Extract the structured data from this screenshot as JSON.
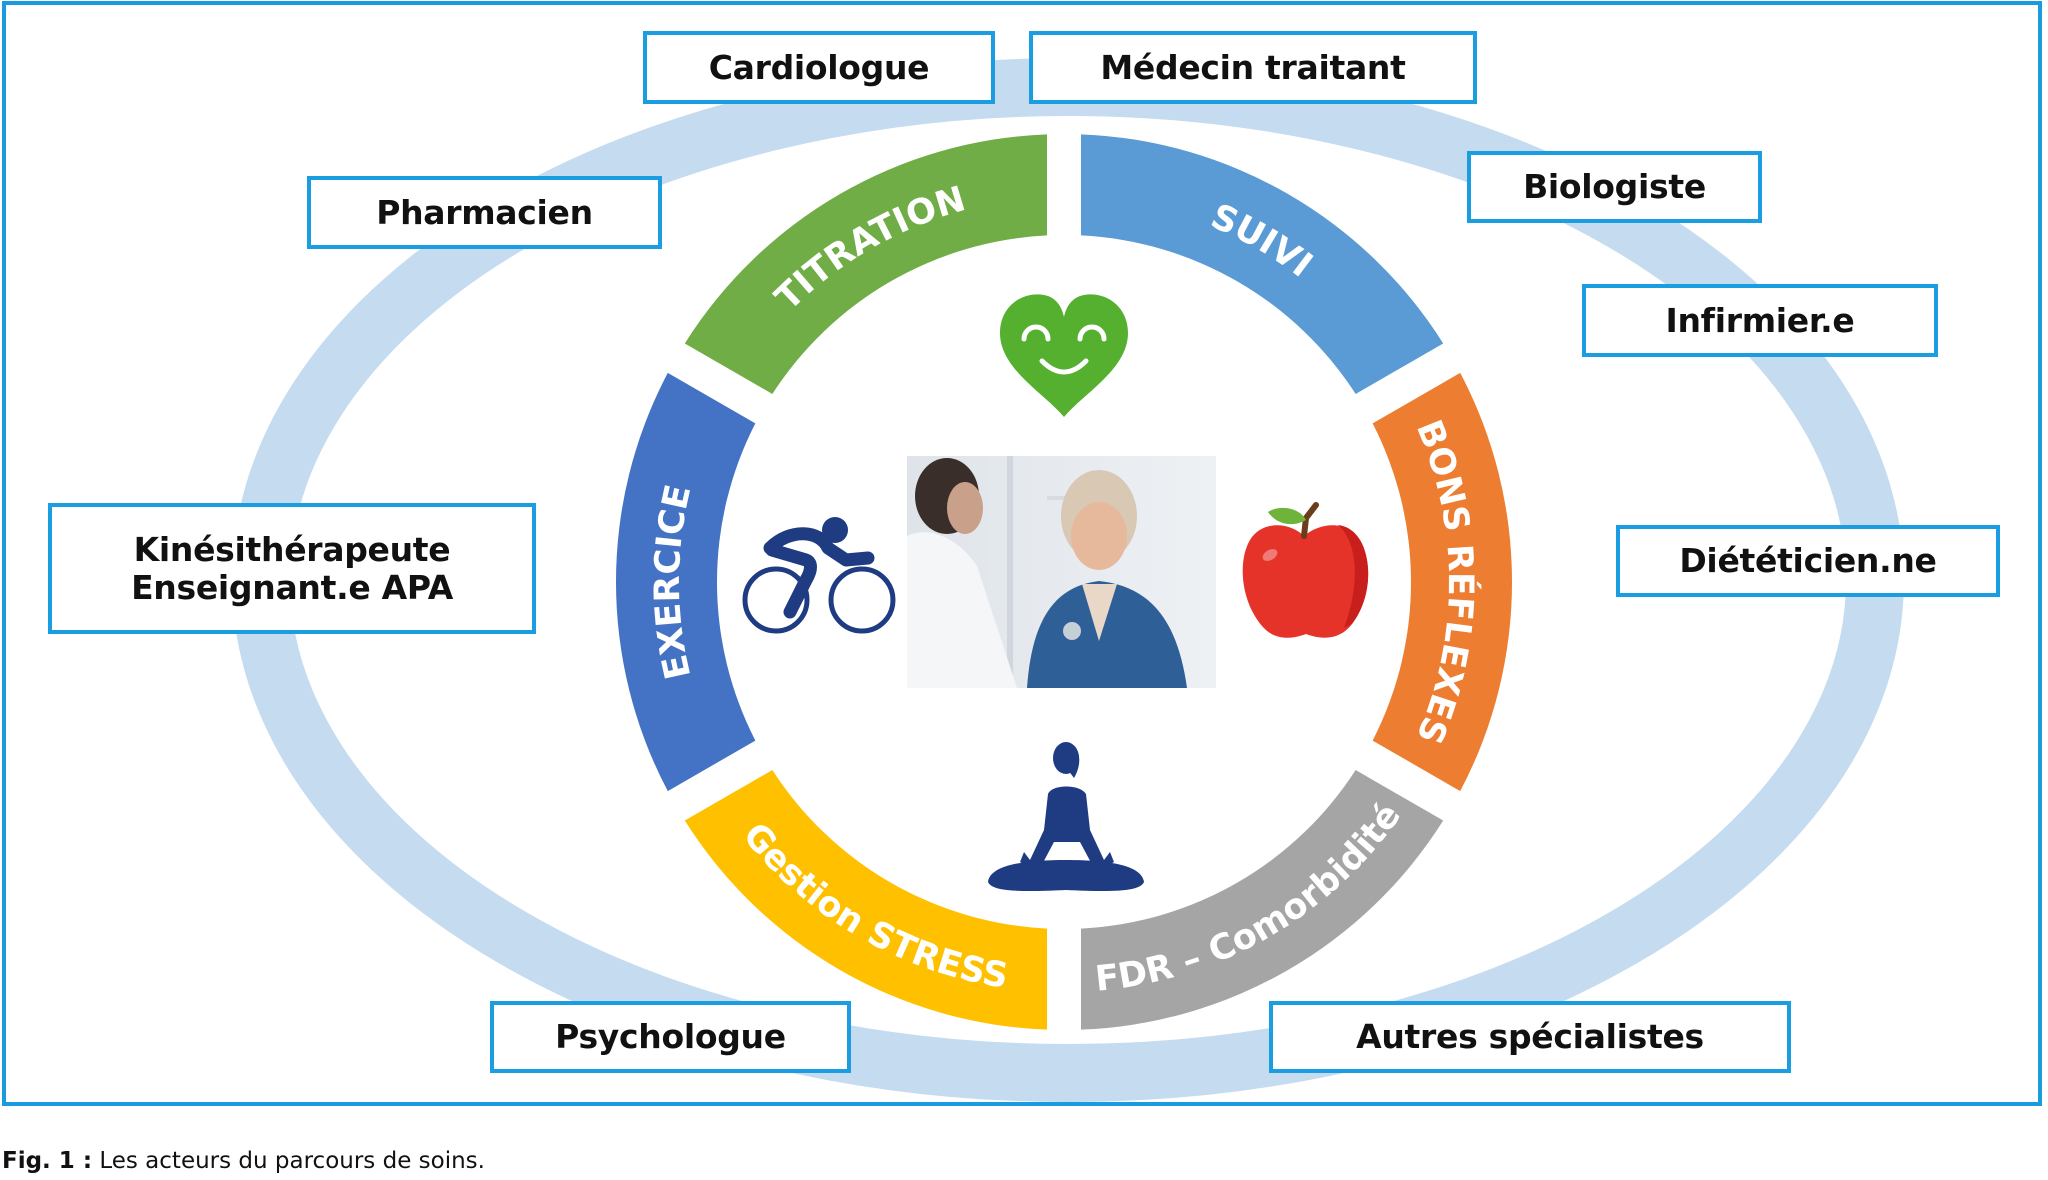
{
  "figure": {
    "caption_label": "Fig. 1 :",
    "caption_text": " Les acteurs du parcours de soins."
  },
  "actors": [
    {
      "id": "cardiologue",
      "lines": [
        "Cardiologue"
      ]
    },
    {
      "id": "medecin-traitant",
      "lines": [
        "Médecin traitant"
      ]
    },
    {
      "id": "pharmacien",
      "lines": [
        "Pharmacien"
      ]
    },
    {
      "id": "biologiste",
      "lines": [
        "Biologiste"
      ]
    },
    {
      "id": "infirmier",
      "lines": [
        "Infirmier.e"
      ]
    },
    {
      "id": "kinesitherapeute",
      "lines": [
        "Kinésithérapeute",
        "Enseignant.e APA"
      ]
    },
    {
      "id": "dieteticien",
      "lines": [
        "Diététicien.ne"
      ]
    },
    {
      "id": "psychologue",
      "lines": [
        "Psychologue"
      ]
    },
    {
      "id": "autres-specialistes",
      "lines": [
        "Autres spécialistes"
      ]
    }
  ],
  "ring": {
    "segments": [
      {
        "id": "titration",
        "label": "TITRATION",
        "color": "#70ad47"
      },
      {
        "id": "suivi",
        "label": "SUIVI",
        "color": "#5b9bd5"
      },
      {
        "id": "bons-reflexes",
        "label": "BONS RÉFLEXES",
        "color": "#ed7d31"
      },
      {
        "id": "fdr-comorbidite",
        "label": "FDR – Comorbidité",
        "color": "#a5a5a5"
      },
      {
        "id": "gestion-stress",
        "label": "Gestion STRESS",
        "color": "#ffc000"
      },
      {
        "id": "exercice",
        "label": "EXERCICE",
        "color": "#4472c4"
      }
    ]
  },
  "icons": {
    "heart": "smiling-heart-icon",
    "apple": "apple-icon",
    "meditation": "meditation-icon",
    "cyclist": "cyclist-icon",
    "photo": "doctor-patient-photo"
  },
  "colors": {
    "frame": "#1a9be0",
    "box_border": "#1b9de1",
    "ellipse": "#c5dbf0",
    "icon_navy": "#1f3b82",
    "heart_green": "#55b030",
    "apple_red": "#e5332a"
  }
}
